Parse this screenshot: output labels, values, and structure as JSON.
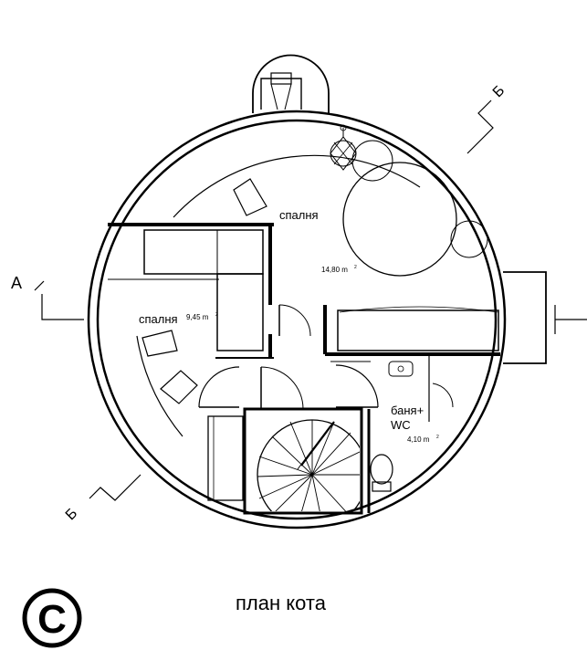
{
  "drawing": {
    "title": "план кота",
    "copyright_symbol": "©"
  },
  "rooms": {
    "bedroom_large": {
      "name": "спалня",
      "area_value": "14,80 m",
      "area_exp": "2"
    },
    "bedroom_small": {
      "name": "спалня",
      "area_value": "9,45 m",
      "area_exp": "2"
    },
    "bath": {
      "name_line1": "баня+",
      "name_line2": "WC",
      "area_value": "4,10 m",
      "area_exp": "2"
    }
  },
  "section_markers": {
    "a_left": "А",
    "b_top": "Б",
    "b_bottom": "Б"
  },
  "icons": [
    "copyright-icon",
    "plant-icon",
    "toilet-icon",
    "spiral-stair-icon",
    "bed-icon",
    "sink-icon"
  ]
}
